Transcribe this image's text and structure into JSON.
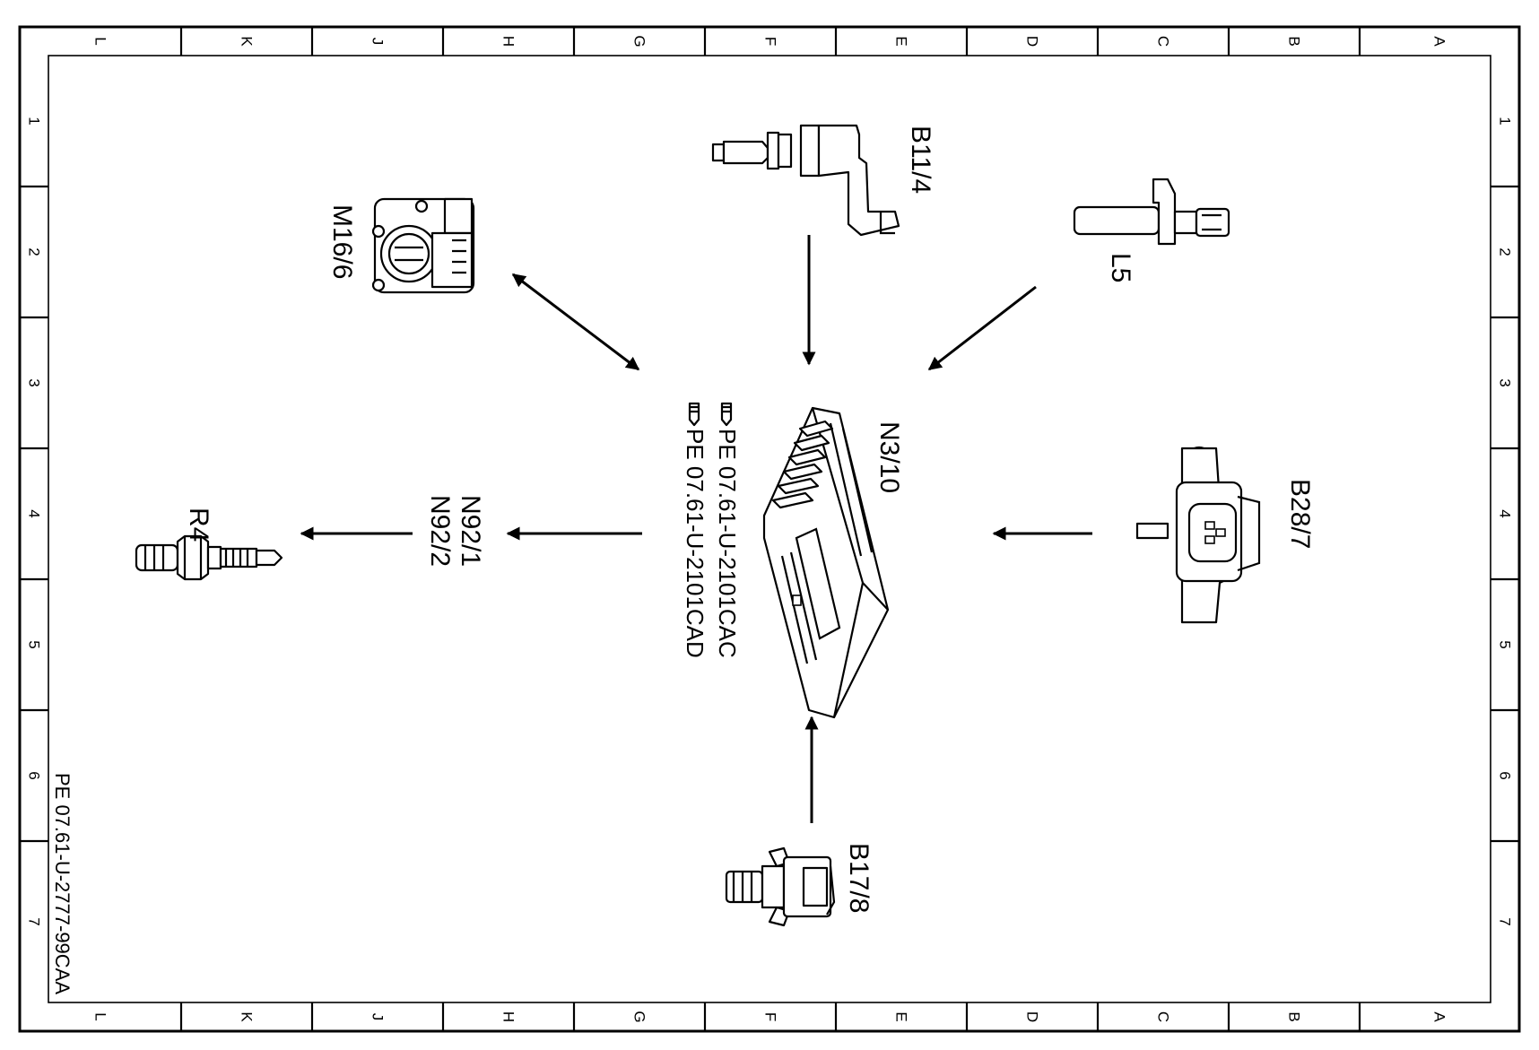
{
  "frame": {
    "letters": [
      "L",
      "K",
      "J",
      "H",
      "G",
      "F",
      "E",
      "D",
      "C",
      "B",
      "A"
    ],
    "numbers": [
      "1",
      "2",
      "3",
      "4",
      "5",
      "6",
      "7"
    ]
  },
  "components": {
    "control_unit": {
      "label": "N3/10"
    },
    "throttle": {
      "label": "M16/6"
    },
    "hot_film_sensor": {
      "label": "B11/4"
    },
    "crank_sensor": {
      "label": "L5"
    },
    "pressure_sensor": {
      "label": "B28/7"
    },
    "intake_temp_sensor": {
      "label": "B17/8"
    },
    "ignition_modules": {
      "label_1": "N92/1",
      "label_2": "N92/2"
    },
    "spark_plug": {
      "label": "R4"
    }
  },
  "references": {
    "ref_1": "PE 07.61-U-2101CAC",
    "ref_2": "PE 07.61-U-2101CAD"
  },
  "drawing_number": "PE 07.61-U-2777-99CAA"
}
